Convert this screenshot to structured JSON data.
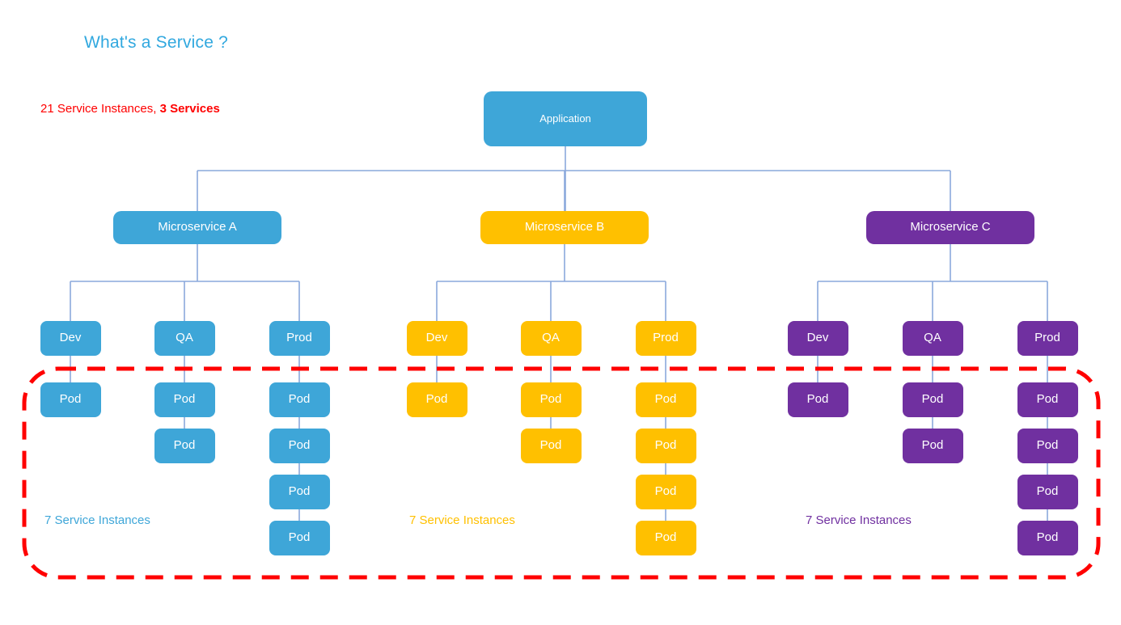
{
  "page": {
    "title": "What's a Service ?",
    "summary_prefix": "21 Service Instances, ",
    "summary_strong": "3 Services",
    "title_color": "#31A8DF",
    "summary_color": "#FF0000",
    "background": "#FFFFFF"
  },
  "colors": {
    "blue": "#3EA6D8",
    "yellow": "#FFC000",
    "purple": "#7030A0",
    "connector": "#8AA8DC",
    "boundary": "#FF0000"
  },
  "root": {
    "label": "Application",
    "color": "#3EA6D8"
  },
  "boundary": {
    "label": "service-instances-boundary",
    "style": "dashed",
    "color": "#FF0000"
  },
  "microservices": [
    {
      "id": "a",
      "label": "Microservice A",
      "color": "#3EA6D8",
      "instances_note": "7 Service Instances",
      "environments": [
        {
          "label": "Dev",
          "pods": [
            "Pod"
          ]
        },
        {
          "label": "QA",
          "pods": [
            "Pod",
            "Pod"
          ]
        },
        {
          "label": "Prod",
          "pods": [
            "Pod",
            "Pod",
            "Pod",
            "Pod"
          ]
        }
      ]
    },
    {
      "id": "b",
      "label": "Microservice B",
      "color": "#FFC000",
      "instances_note": "7 Service Instances",
      "environments": [
        {
          "label": "Dev",
          "pods": [
            "Pod"
          ]
        },
        {
          "label": "QA",
          "pods": [
            "Pod",
            "Pod"
          ]
        },
        {
          "label": "Prod",
          "pods": [
            "Pod",
            "Pod",
            "Pod",
            "Pod"
          ]
        }
      ]
    },
    {
      "id": "c",
      "label": "Microservice C",
      "color": "#7030A0",
      "instances_note": "7 Service Instances",
      "environments": [
        {
          "label": "Dev",
          "pods": [
            "Pod"
          ]
        },
        {
          "label": "QA",
          "pods": [
            "Pod",
            "Pod"
          ]
        },
        {
          "label": "Prod",
          "pods": [
            "Pod",
            "Pod",
            "Pod",
            "Pod"
          ]
        }
      ]
    }
  ]
}
